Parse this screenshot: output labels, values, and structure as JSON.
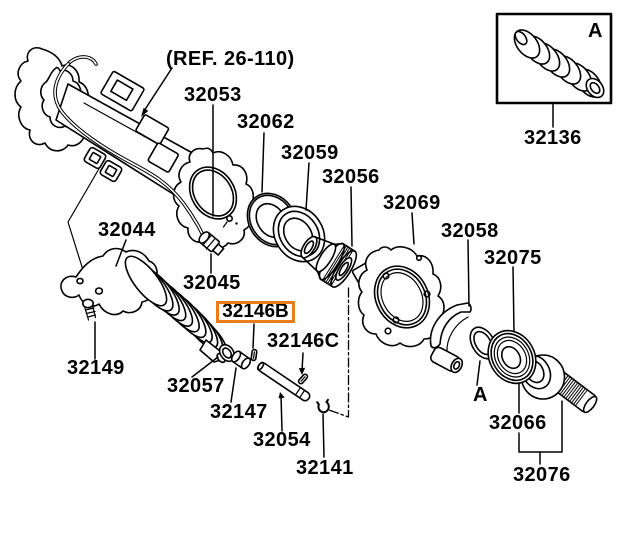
{
  "diagram": {
    "ref_note": "(REF. 26-110)",
    "highlight": {
      "part_number": "32146B",
      "color": "#E87E1B"
    },
    "inset": {
      "corner_label": "A",
      "part_number": "32136"
    },
    "washer_marker": "A",
    "part_labels": [
      {
        "text": "32053"
      },
      {
        "text": "32062"
      },
      {
        "text": "32059"
      },
      {
        "text": "32056"
      },
      {
        "text": "32069"
      },
      {
        "text": "32058"
      },
      {
        "text": "32075"
      },
      {
        "text": "32044"
      },
      {
        "text": "32045"
      },
      {
        "text": "32146C"
      },
      {
        "text": "32149"
      },
      {
        "text": "32057"
      },
      {
        "text": "32147"
      },
      {
        "text": "32054"
      },
      {
        "text": "32141"
      },
      {
        "text": "32066"
      },
      {
        "text": "32076"
      }
    ]
  }
}
